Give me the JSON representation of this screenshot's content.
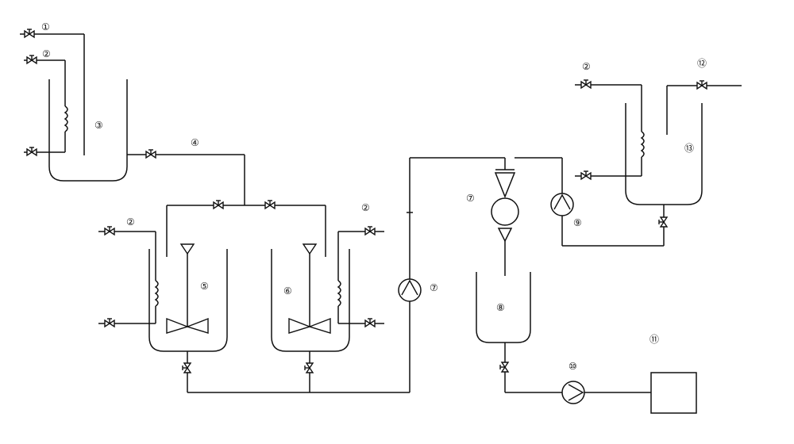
{
  "labels": {
    "l1": "①",
    "l2": "②",
    "l3": "③",
    "l4": "④",
    "l5": "⑤",
    "l6": "⑥",
    "l7": "⑦",
    "l8": "⑧",
    "l9": "⑨",
    "l10": "⑩",
    "l11": "⑪",
    "l12": "⑫",
    "l13": "⑬"
  }
}
